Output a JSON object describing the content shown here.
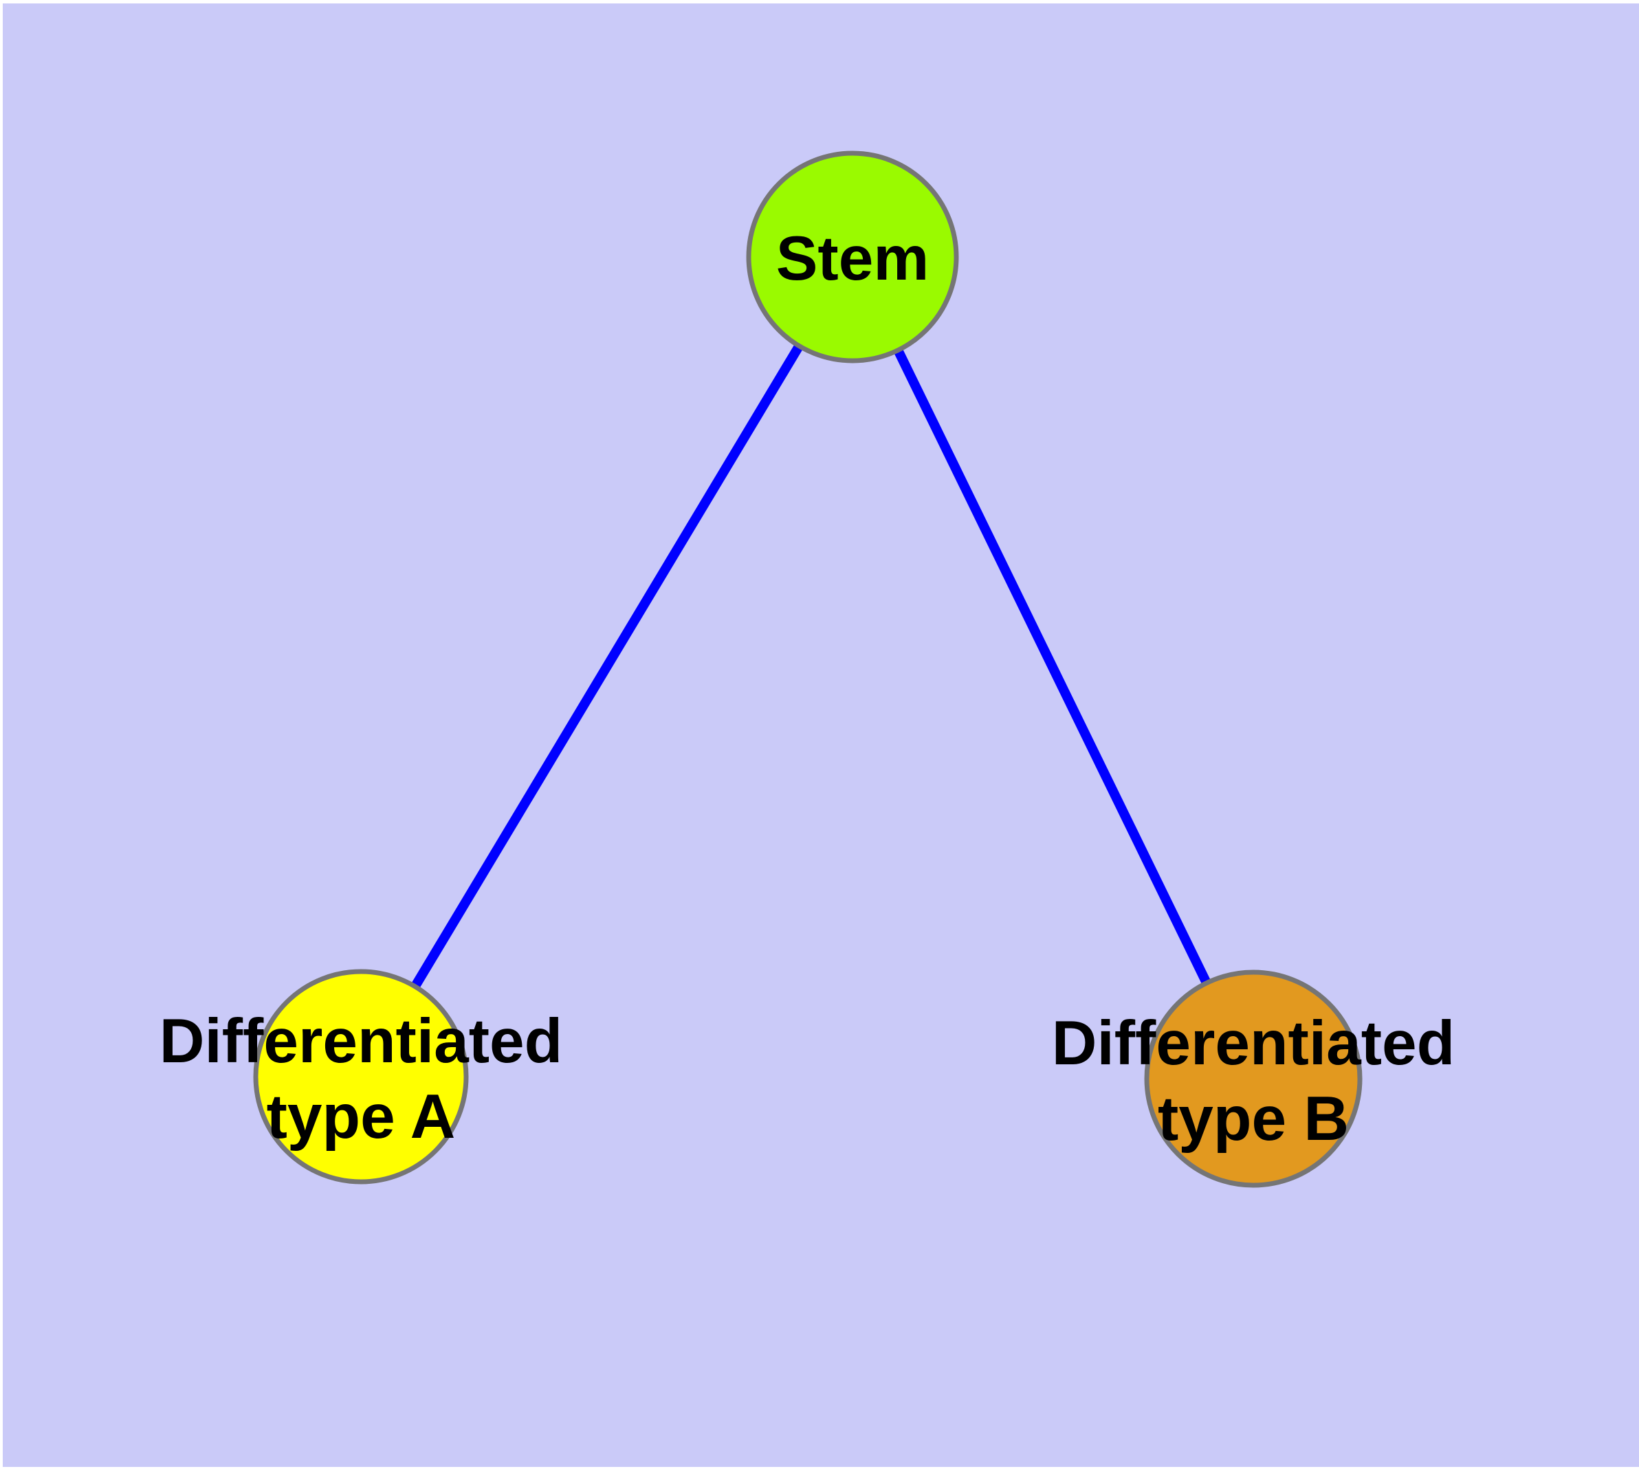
{
  "diagram": {
    "type": "node-link-graph",
    "description": "Stem cell differentiation graph with one parent node and two child nodes",
    "colors": {
      "background": "#cacaf8",
      "page_margin": "#ffffff",
      "edge": "#0000ff",
      "node_border": "#757575",
      "label": "#000000",
      "stem_fill": "#9afa00",
      "type_a_fill": "#ffff00",
      "type_b_fill": "#e2991f"
    },
    "nodes": [
      {
        "id": "stem",
        "label": "Stem",
        "label_lines": [
          "Stem"
        ],
        "color": "#9afa00"
      },
      {
        "id": "differentiated-type-a",
        "label": "Differentiated type A",
        "label_lines": [
          "Differentiated",
          "type A"
        ],
        "color": "#ffff00"
      },
      {
        "id": "differentiated-type-b",
        "label": "Differentiated type B",
        "label_lines": [
          "Differentiated",
          "type B"
        ],
        "color": "#e2991f"
      }
    ],
    "edges": [
      {
        "from": "stem",
        "to": "differentiated-type-a"
      },
      {
        "from": "stem",
        "to": "differentiated-type-b"
      }
    ]
  }
}
